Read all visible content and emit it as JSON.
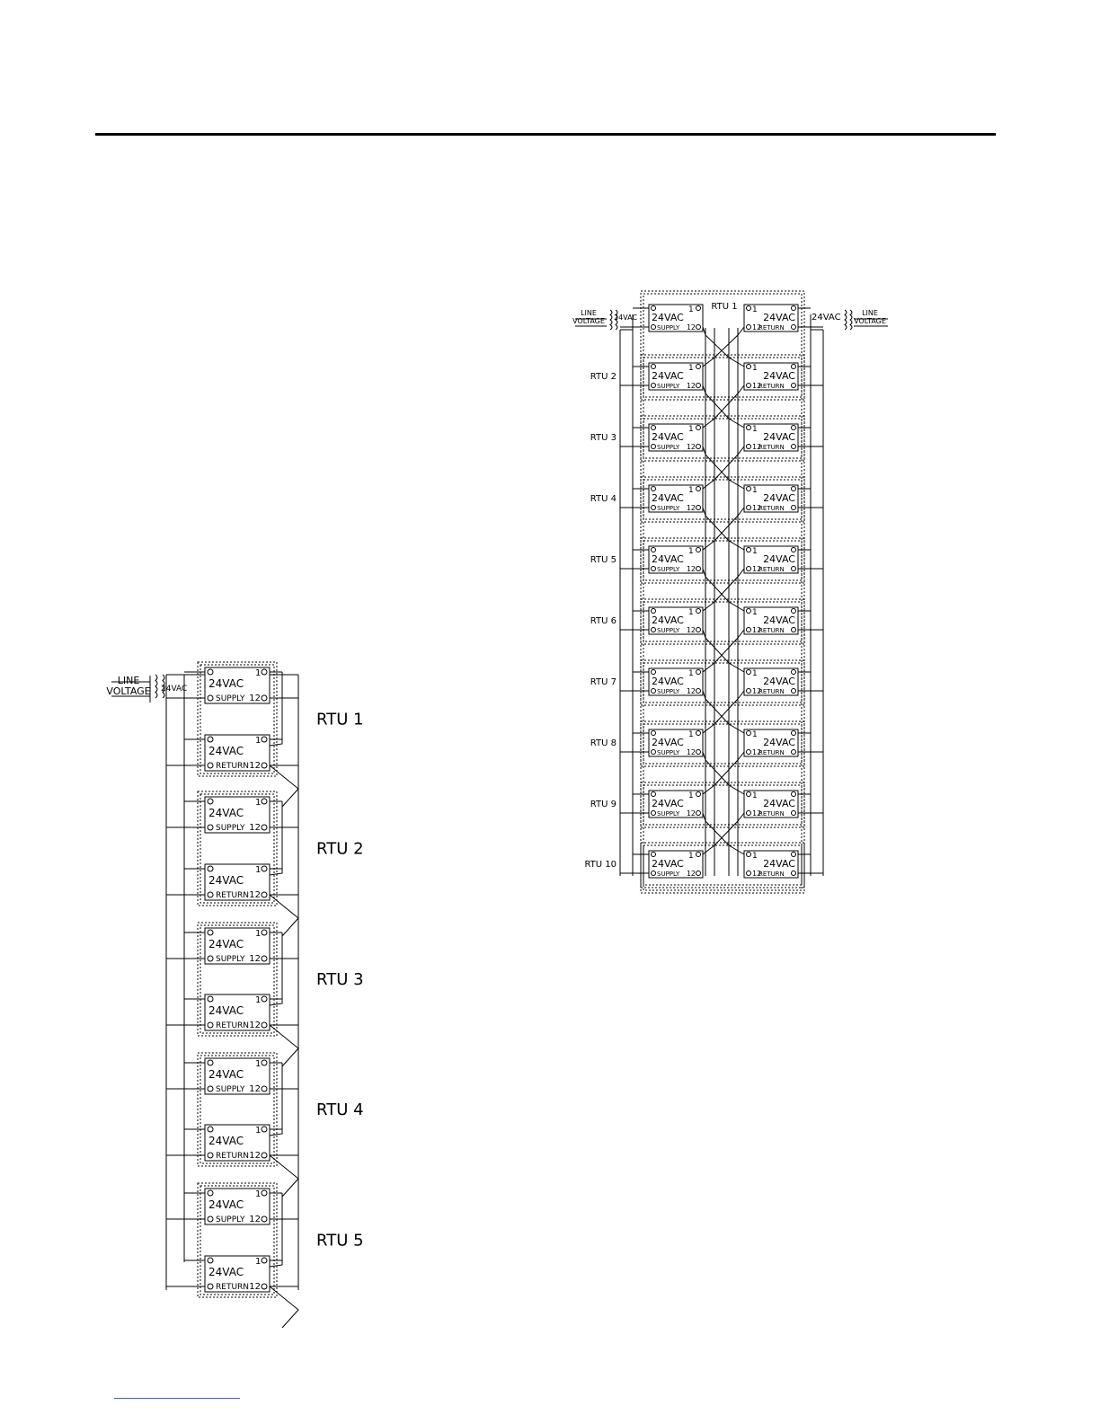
{
  "left_diagram": {
    "line_voltage": [
      "LINE",
      "VOLTAGE"
    ],
    "transformer_label": "24VAC",
    "module_voltage": "24VAC",
    "supply_label": "SUPPLY",
    "return_label": "RETURN",
    "pin_one": "1",
    "pin_twelve": "12",
    "rtu_labels": [
      "RTU 1",
      "RTU 2",
      "RTU 3",
      "RTU 4",
      "RTU 5"
    ]
  },
  "right_diagram": {
    "line_voltage": [
      "LINE",
      "VOLTAGE"
    ],
    "transformer_label": "24VAC",
    "module_voltage": "24VAC",
    "supply_label": "SUPPLY",
    "return_label": "RETURN",
    "pin_one": "1",
    "pin_twelve": "12",
    "rtu_labels": [
      "RTU 1",
      "RTU 2",
      "RTU 3",
      "RTU 4",
      "RTU 5",
      "RTU 6",
      "RTU 7",
      "RTU 8",
      "RTU 9",
      "RTU 10"
    ]
  }
}
